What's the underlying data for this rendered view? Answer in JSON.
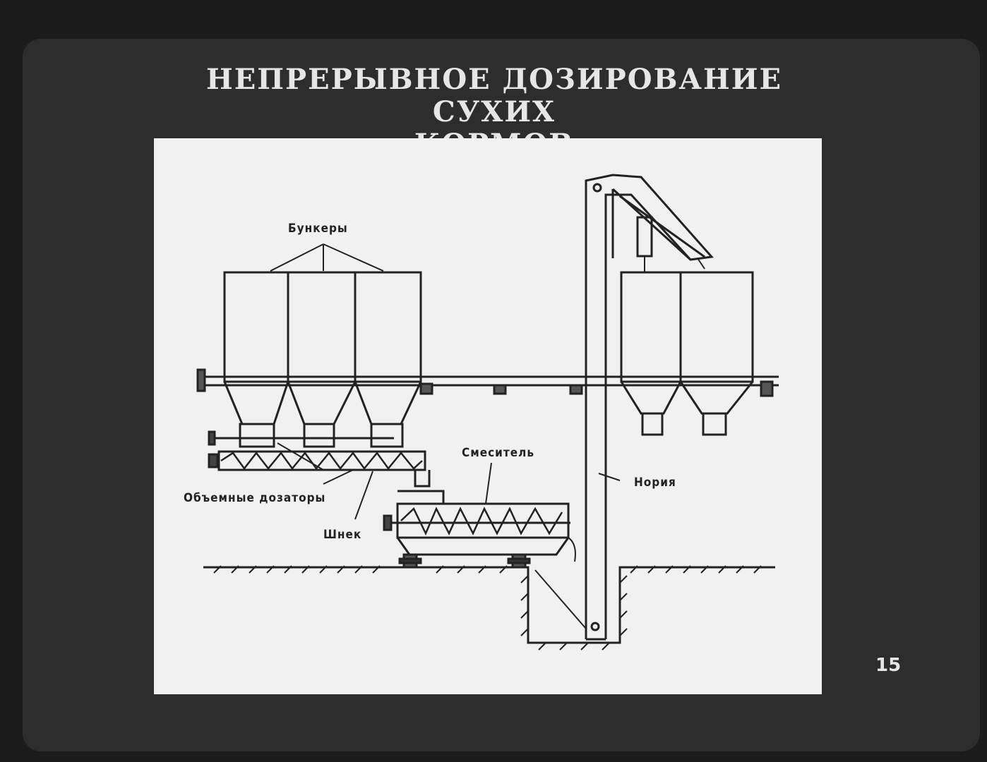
{
  "title": {
    "line1": "НЕПРЕРЫВНОЕ ДОЗИРОВАНИЕ СУХИХ",
    "line2": "КОРМОВ"
  },
  "labels": {
    "bunkers": "Бункеры",
    "mixer": "Смеситель",
    "elevator": "Нория",
    "dosers": "Объемные дозаторы",
    "auger": "Шнек"
  },
  "slide_number": "15",
  "colors": {
    "background": "#1c1c1c",
    "frame": "#2d2d2d",
    "panel": "#f1f1f1",
    "ink": "#222222"
  }
}
